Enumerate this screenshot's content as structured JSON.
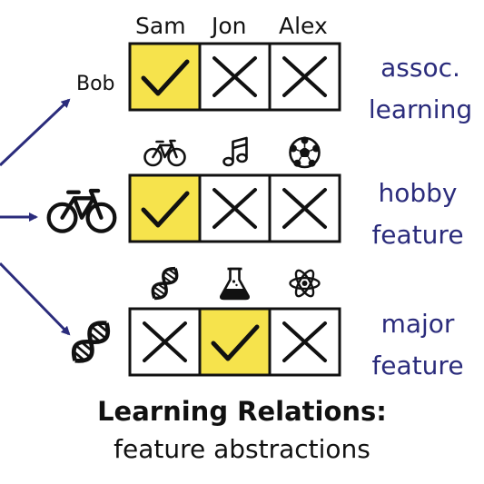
{
  "columns": [
    "Sam",
    "Jon",
    "Alex"
  ],
  "rows": [
    {
      "name": "assoc-learning",
      "row_label": "Bob",
      "side_label": [
        "assoc.",
        "learning"
      ],
      "cells": [
        "check",
        "cross",
        "cross"
      ],
      "column_icons": []
    },
    {
      "name": "hobby-feature",
      "row_icon": "bicycle-icon",
      "side_label": [
        "hobby",
        "feature"
      ],
      "cells": [
        "check",
        "cross",
        "cross"
      ],
      "column_icons": [
        "bicycle-icon",
        "music-note-icon",
        "soccer-ball-icon"
      ]
    },
    {
      "name": "major-feature",
      "row_icon": "dna-icon",
      "side_label": [
        "major",
        "feature"
      ],
      "cells": [
        "cross",
        "check",
        "cross"
      ],
      "column_icons": [
        "dna-icon",
        "flask-icon",
        "atom-icon"
      ]
    }
  ],
  "caption": {
    "title": "Learning Relations:",
    "subtitle": "feature abstractions"
  },
  "colors": {
    "check_fill": "#f6e34c",
    "grid_stroke": "#111111",
    "arrow": "#2b2c7c",
    "side_label": "#2b2c7c"
  }
}
